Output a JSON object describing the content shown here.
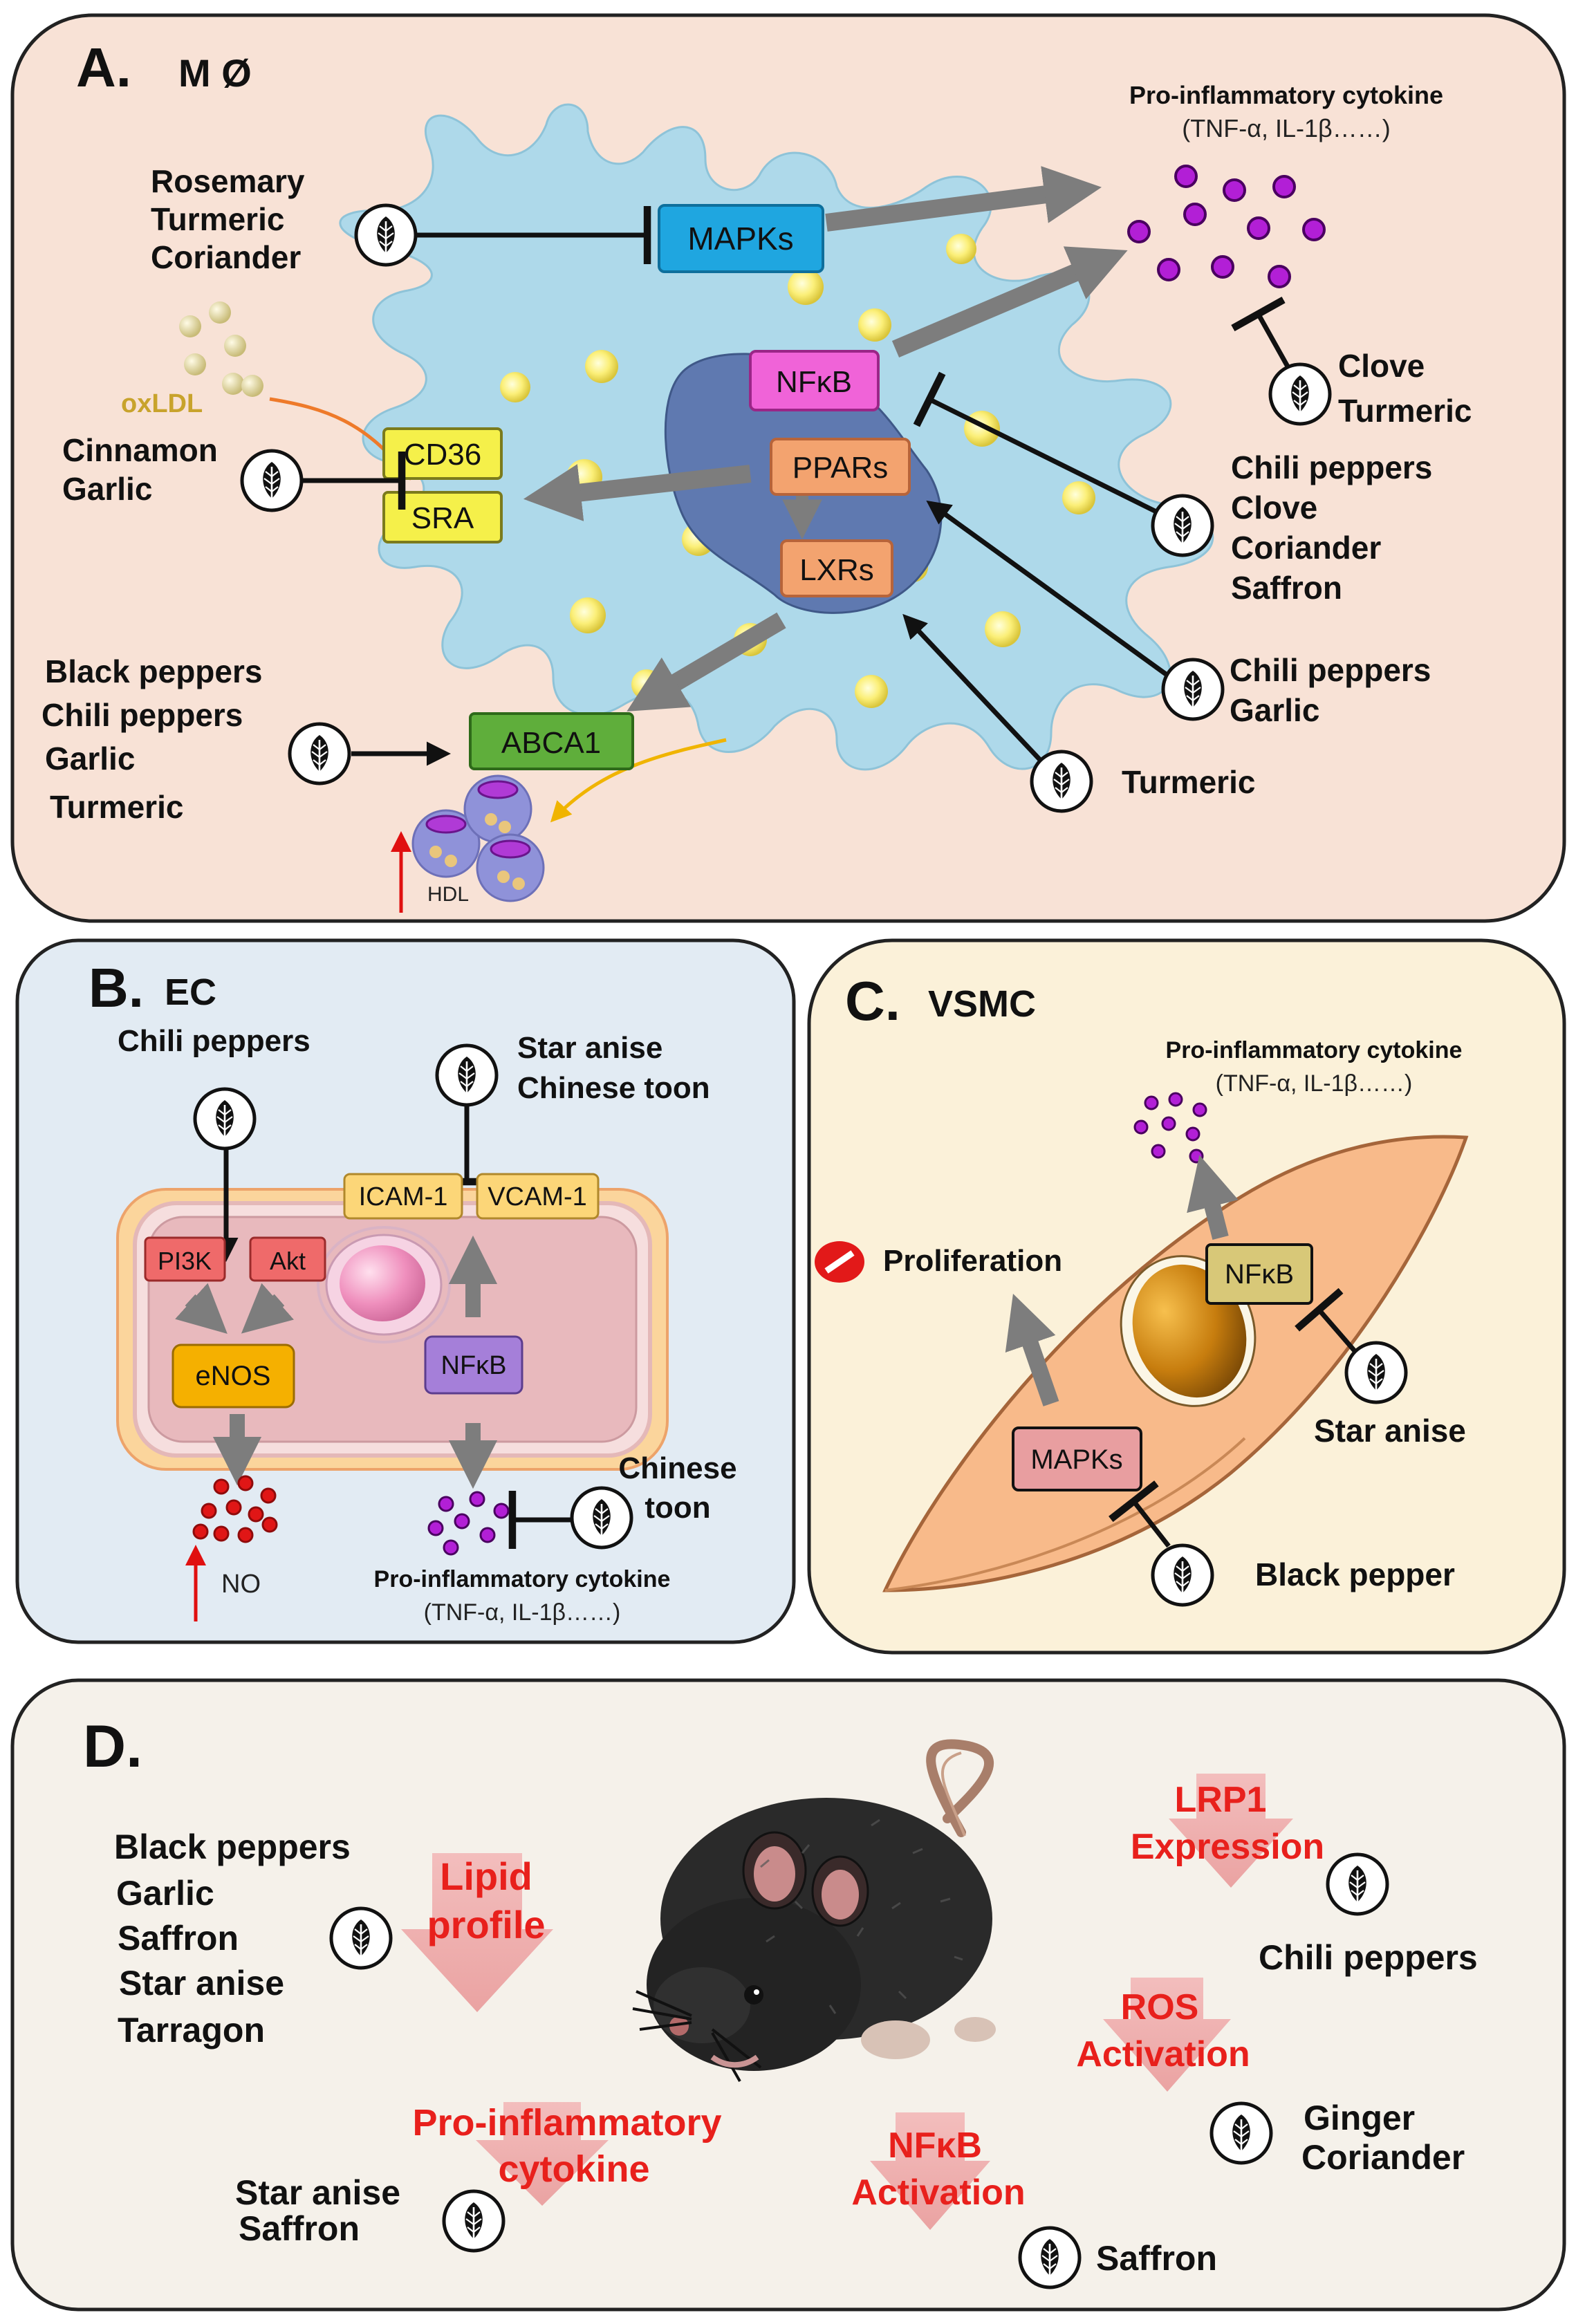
{
  "panelA": {
    "letter": "A.",
    "cell_type": "M Ø",
    "cytokine_title": "Pro-inflammatory cytokine",
    "cytokine_sub": "(TNF-α, IL-1β……)",
    "molecules": {
      "mapks": "MAPKs",
      "nfkb": "NFκB",
      "ppars": "PPARs",
      "lxrs": "LXRs",
      "cd36": "CD36",
      "sra": "SRA",
      "abca1": "ABCA1"
    },
    "oxldl": "oxLDL",
    "hdl": "HDL",
    "spices": {
      "mapks": [
        "Rosemary",
        "Turmeric",
        "Coriander"
      ],
      "cd36": [
        "Cinnamon",
        "Garlic"
      ],
      "abca1": [
        "Black peppers",
        "Chili peppers",
        "Garlic",
        "Turmeric"
      ],
      "cytokine": [
        "Clove",
        "Turmeric"
      ],
      "nfkb": [
        "Chili peppers",
        "Clove",
        "Coriander",
        "Saffron"
      ],
      "ppars": [
        "Chili peppers",
        "Garlic"
      ],
      "lxrs": [
        "Turmeric"
      ]
    }
  },
  "panelB": {
    "letter": "B.",
    "cell_type": "EC",
    "chili": "Chili peppers",
    "star_anise": [
      "Star anise",
      "Chinese toon"
    ],
    "chinese_toon": [
      "Chinese",
      "toon"
    ],
    "molecules": {
      "icam": "ICAM-1",
      "vcam": "VCAM-1",
      "pi3k": "PI3K",
      "akt": "Akt",
      "enos": "eNOS",
      "nfkb": "NFκB"
    },
    "no": "NO",
    "cytokine_title": "Pro-inflammatory cytokine",
    "cytokine_sub": "(TNF-α, IL-1β……)"
  },
  "panelC": {
    "letter": "C.",
    "cell_type": "VSMC",
    "cytokine_title": "Pro-inflammatory cytokine",
    "cytokine_sub": "(TNF-α, IL-1β……)",
    "proliferation": "Proliferation",
    "molecules": {
      "nfkb": "NFκB",
      "mapks": "MAPKs"
    },
    "star_anise": "Star anise",
    "black_pepper": "Black pepper"
  },
  "panelD": {
    "letter": "D.",
    "spices_lipid": [
      "Black peppers",
      "Garlic",
      "Saffron",
      "Star anise",
      "Tarragon"
    ],
    "lipid": [
      "Lipid",
      "profile"
    ],
    "cytokine": [
      "Pro-inflammatory",
      "cytokine"
    ],
    "spices_cytokine": [
      "Star anise",
      "Saffron"
    ],
    "lrp1": [
      "LRP1",
      "Expression"
    ],
    "lrp1_spice": "Chili peppers",
    "ros": [
      "ROS",
      "Activation"
    ],
    "ros_spices": [
      "Ginger",
      "Coriander"
    ],
    "nfkb": [
      "NFκB",
      "Activation"
    ],
    "nfkb_spice": "Saffron"
  },
  "colors": {
    "panelA_bg": "#f8e2d6",
    "panelB_bg": "#e2ebf3",
    "panelC_bg": "#fbf1d9",
    "panelD_bg": "#f5f1ea",
    "cell_blue": "#aed9ea",
    "highlight_red": "#e8201c"
  },
  "icons": [
    "leaf-icon",
    "inhibit-icon",
    "mouse-illustration"
  ]
}
